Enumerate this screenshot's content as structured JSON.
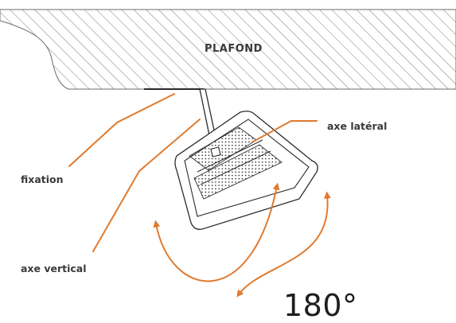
{
  "labels": {
    "ceiling": "PLAFOND",
    "fixation": "fixation",
    "vertical_axis": "axe vertical",
    "lateral_axis": "axe latéral",
    "rotation_angle": "180°"
  },
  "colors": {
    "accent_orange": "#e07a2e",
    "line_dark": "#2b2b2b",
    "hatch_gray": "#6b6b6b",
    "text_dark": "#3a3a3a"
  },
  "icons": [
    "hatched-ceiling",
    "mounting-rod",
    "luminaire-fixture",
    "rotation-arrow-vertical",
    "rotation-arrow-lateral"
  ]
}
